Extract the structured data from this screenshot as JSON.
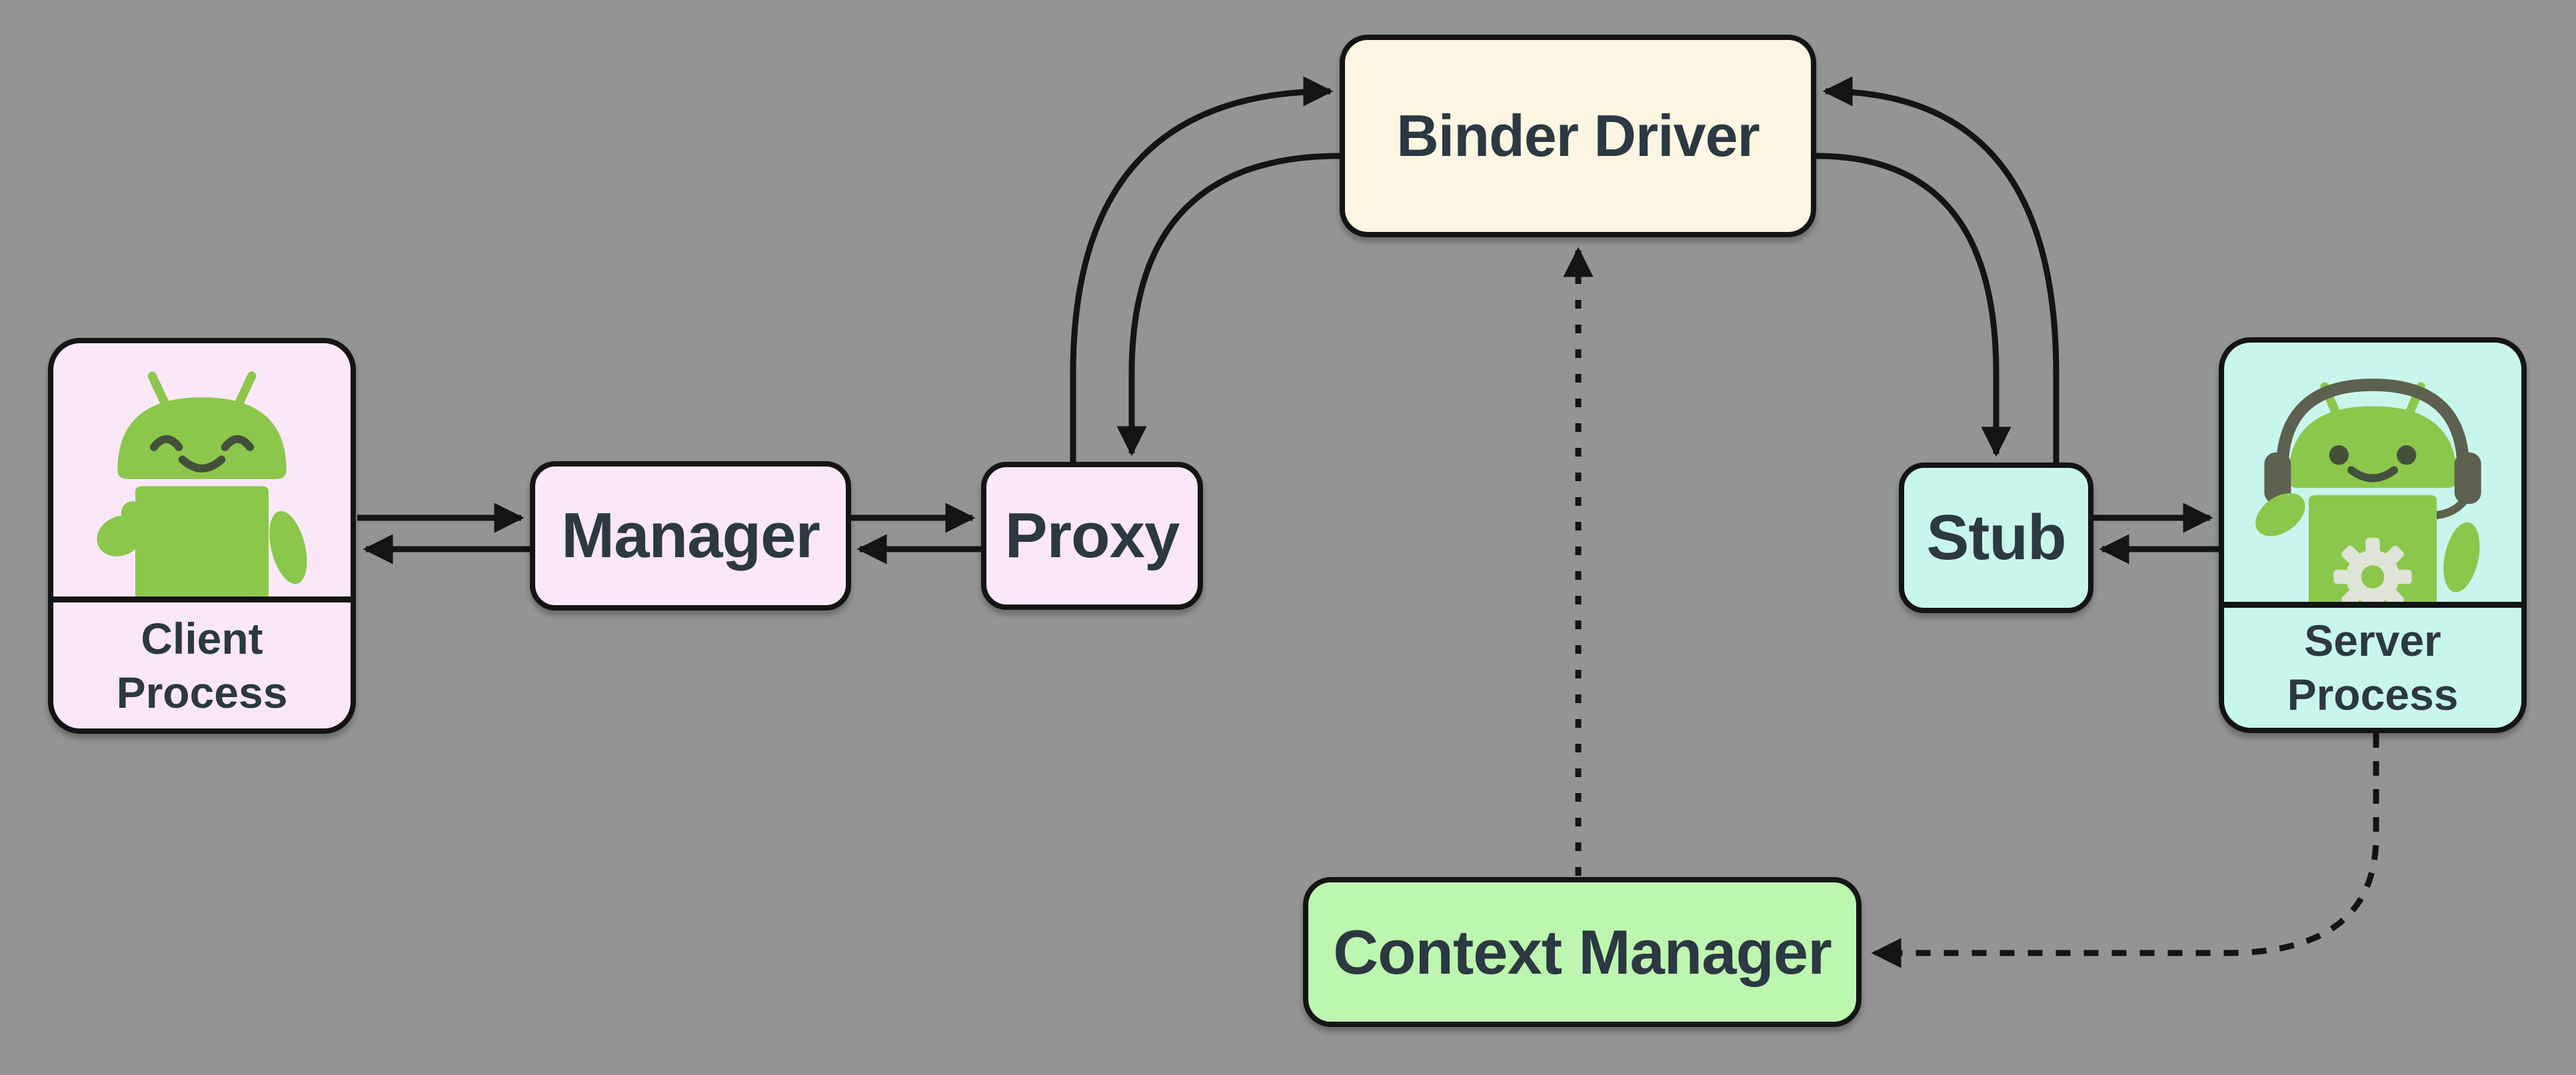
{
  "canvas": {
    "background": "#949494",
    "border_color": "#141414",
    "arrow_color": "#141414",
    "text_color": "#2c3842"
  },
  "nodes": {
    "client": {
      "label_line1": "Client",
      "label_line2": "Process",
      "fill": "#fbe7f8",
      "icon": "android-mascot-thumbs-up-icon"
    },
    "manager": {
      "label": "Manager",
      "fill": "#fbe7f8"
    },
    "proxy": {
      "label": "Proxy",
      "fill": "#fbe7f8"
    },
    "binder": {
      "label": "Binder Driver",
      "fill": "#fcf6e2"
    },
    "stub": {
      "label": "Stub",
      "fill": "#c8f6ed"
    },
    "server": {
      "label_line1": "Server",
      "label_line2": "Process",
      "fill": "#c8f6ed",
      "icon": "android-mascot-headset-icon"
    },
    "context": {
      "label": "Context Manager",
      "fill": "#bdf6ae"
    }
  },
  "mascot_colors": {
    "body_green": "#8bc74b",
    "feature_dark": "#45503c",
    "headset_dark": "#5d604f",
    "gear_gray": "#dfe3d8"
  },
  "edges": [
    {
      "from": "client-process",
      "to": "manager",
      "style": "solid"
    },
    {
      "from": "manager",
      "to": "client-process",
      "style": "solid"
    },
    {
      "from": "manager",
      "to": "proxy",
      "style": "solid"
    },
    {
      "from": "proxy",
      "to": "manager",
      "style": "solid"
    },
    {
      "from": "proxy",
      "to": "binder-driver",
      "style": "solid"
    },
    {
      "from": "binder-driver",
      "to": "proxy",
      "style": "solid"
    },
    {
      "from": "stub",
      "to": "binder-driver",
      "style": "solid"
    },
    {
      "from": "binder-driver",
      "to": "stub",
      "style": "solid"
    },
    {
      "from": "stub",
      "to": "server-process",
      "style": "solid"
    },
    {
      "from": "server-process",
      "to": "stub",
      "style": "solid"
    },
    {
      "from": "context-manager",
      "to": "binder-driver",
      "style": "dashed"
    },
    {
      "from": "server-process",
      "to": "context-manager",
      "style": "dashed"
    }
  ]
}
